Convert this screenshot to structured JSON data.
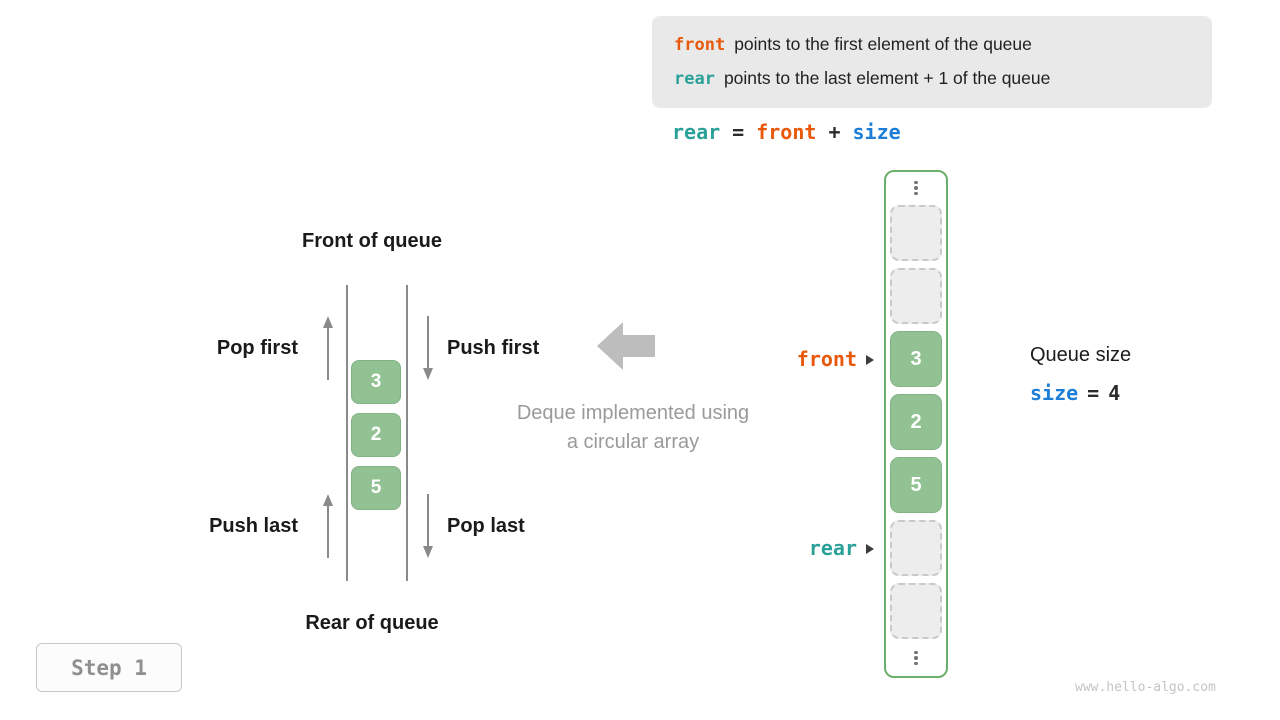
{
  "info_box": {
    "line1_keyword": "front",
    "line1_text": "points to the first element of the queue",
    "line2_keyword": "rear",
    "line2_text": "points to the last element + 1 of the queue"
  },
  "formula": {
    "rear": "rear",
    "equals": "=",
    "front": "front",
    "plus": "+",
    "size": "size"
  },
  "left_queue": {
    "front_label": "Front of queue",
    "rear_label": "Rear of queue",
    "pop_first_label": "Pop first",
    "push_first_label": "Push first",
    "push_last_label": "Push last",
    "pop_last_label": "Pop last",
    "cells": [
      "3",
      "2",
      "5"
    ]
  },
  "center_caption": {
    "line1": "Deque implemented using",
    "line2": "a circular array"
  },
  "array": {
    "front_pointer_label": "front",
    "rear_pointer_label": "rear",
    "cells": [
      {
        "value": "",
        "state": "empty"
      },
      {
        "value": "",
        "state": "empty"
      },
      {
        "value": "3",
        "state": "filled"
      },
      {
        "value": "2",
        "state": "filled"
      },
      {
        "value": "5",
        "state": "filled"
      },
      {
        "value": "",
        "state": "empty"
      },
      {
        "value": "",
        "state": "empty"
      }
    ]
  },
  "queue_size": {
    "title": "Queue size",
    "variable": "size",
    "equals": "=",
    "value": "4"
  },
  "step_label": "Step 1",
  "watermark": "www.hello-algo.com",
  "colors": {
    "front_orange": "#e8590c",
    "rear_teal": "#2aa198",
    "size_blue": "#1c7ed6",
    "cell_green": "#92c293",
    "array_border_green": "#6cae6c",
    "info_box_gray": "#e9e9e9"
  }
}
